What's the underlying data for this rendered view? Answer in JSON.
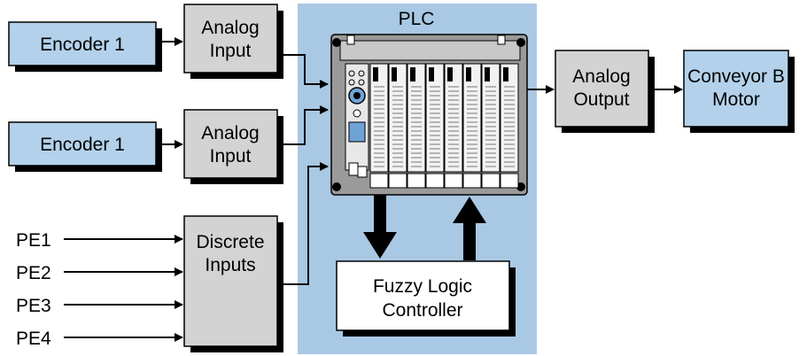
{
  "colors": {
    "background": "#ffffff",
    "plc_region": "#a9c8e3",
    "blue_box": "#b3d1ea",
    "gray_box": "#d3d3d3",
    "white_box": "#ffffff",
    "line": "#000000",
    "shadow": "#000000"
  },
  "plc": {
    "title": "PLC",
    "icon": "plc-rack-icon"
  },
  "encoders": [
    {
      "label": "Encoder 1"
    },
    {
      "label": "Encoder 1"
    }
  ],
  "analog_inputs": [
    {
      "line1": "Analog",
      "line2": "Input"
    },
    {
      "line1": "Analog",
      "line2": "Input"
    }
  ],
  "discrete_inputs": {
    "line1": "Discrete",
    "line2": "Inputs"
  },
  "photo_eyes": [
    "PE1",
    "PE2",
    "PE3",
    "PE4"
  ],
  "analog_output": {
    "line1": "Analog",
    "line2": "Output"
  },
  "motor": {
    "line1": "Conveyor B",
    "line2": "Motor"
  },
  "fuzzy": {
    "line1": "Fuzzy Logic",
    "line2": "Controller"
  }
}
